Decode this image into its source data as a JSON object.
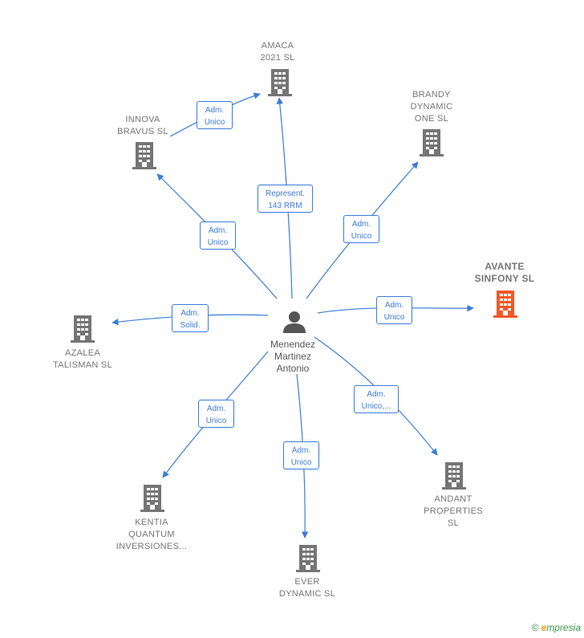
{
  "center": {
    "label": "Menendez\nMartinez\nAntonio"
  },
  "companies": [
    {
      "id": "amaca",
      "label": "AMACA\n2021  SL",
      "highlight": false
    },
    {
      "id": "innova",
      "label": "INNOVA\nBRAVUS  SL",
      "highlight": false
    },
    {
      "id": "brandy",
      "label": "BRANDY\nDYNAMIC\nONE  SL",
      "highlight": false
    },
    {
      "id": "avante",
      "label": "AVANTE\nSINFONY  SL",
      "highlight": true
    },
    {
      "id": "azalea",
      "label": "AZALEA\nTALISMAN  SL",
      "highlight": false
    },
    {
      "id": "andant",
      "label": "ANDANT\nPROPERTIES\nSL",
      "highlight": false
    },
    {
      "id": "kentia",
      "label": "KENTIA\nQUANTUM\nINVERSIONES...",
      "highlight": false
    },
    {
      "id": "ever",
      "label": "EVER\nDYNAMIC  SL",
      "highlight": false
    }
  ],
  "edges": [
    {
      "id": "e-innova-amaca",
      "label": "Adm.\nUnico"
    },
    {
      "id": "e-amaca",
      "label": "Represent.\n143 RRM"
    },
    {
      "id": "e-innova",
      "label": "Adm.\nUnico"
    },
    {
      "id": "e-brandy",
      "label": "Adm.\nUnico"
    },
    {
      "id": "e-avante",
      "label": "Adm.\nUnico"
    },
    {
      "id": "e-azalea",
      "label": "Adm.\nSolid."
    },
    {
      "id": "e-andant",
      "label": "Adm.\nUnico,..."
    },
    {
      "id": "e-kentia",
      "label": "Adm.\nUnico"
    },
    {
      "id": "e-ever",
      "label": "Adm.\nUnico"
    }
  ],
  "colors": {
    "edge": "#3b7dd8",
    "building": "#757575",
    "building_highlight": "#f05a28",
    "person": "#555555"
  },
  "footer": {
    "copyright": "©",
    "brand_initial": "e",
    "brand_rest": "mpresia"
  }
}
